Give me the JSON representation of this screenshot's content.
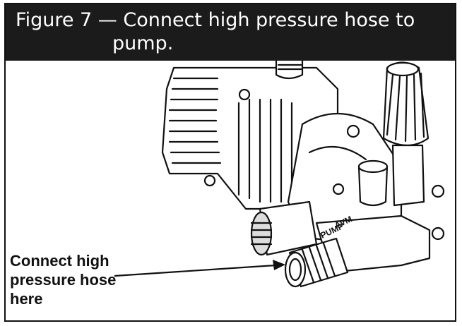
{
  "figure": {
    "title_line1": "Figure 7 — Connect high pressure hose to",
    "title_line2": "pump.",
    "callout": {
      "line1": "Connect high",
      "line2": "pressure hose",
      "line3": "here"
    },
    "embossed_text": {
      "label1": "AVM",
      "label2": "PUMP"
    }
  }
}
